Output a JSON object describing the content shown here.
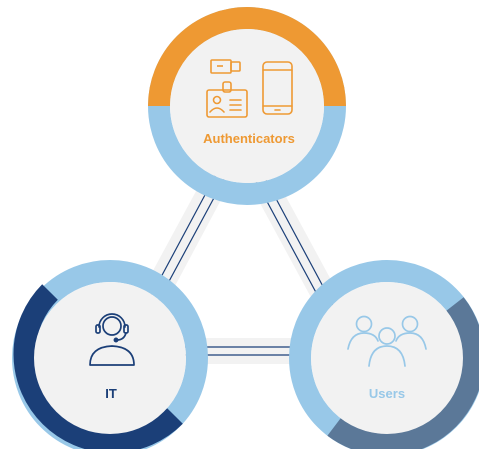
{
  "nodes": {
    "authenticators": {
      "label": "Authenticators"
    },
    "it": {
      "label": "IT"
    },
    "users": {
      "label": "Users"
    }
  },
  "colors": {
    "background": "#ffffff",
    "inner_circle": "#f2f2f2",
    "connector_fill": "#f2f2f2",
    "connector_stroke": "#1b3f78",
    "light_blue": "#98c8e8",
    "orange": "#ee9933",
    "navy": "#1b3f78",
    "slate_blue": "#5b7898",
    "auth_label": "#ee9933",
    "it_label": "#1b3f78",
    "users_label": "#98c8e8",
    "auth_icons": "#ee9933",
    "it_icon": "#1b3f78",
    "users_icon": "#98c8e8"
  },
  "icons": {
    "authenticators": [
      "usb-key-icon",
      "id-badge-icon",
      "smartphone-icon"
    ],
    "it": [
      "headset-agent-icon"
    ],
    "users": [
      "user-group-icon"
    ]
  }
}
